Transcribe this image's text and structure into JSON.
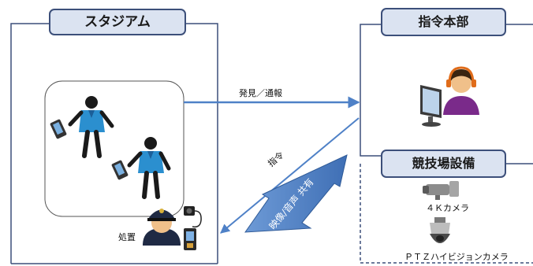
{
  "stadium": {
    "title": "スタジアム",
    "action_label": "処置"
  },
  "hq": {
    "title": "指令本部"
  },
  "facility": {
    "title": "競技場設備",
    "camera_4k_label": "４Ｋカメラ",
    "camera_ptz_label": "ＰＴＺハイビジョンカメラ"
  },
  "flows": {
    "discover_report": "発見／通報",
    "command": "指令",
    "share_video_audio": "映像/音声 共有"
  },
  "colors": {
    "accent": "#4f81c7",
    "arrow_fill": "#4a7fc3",
    "frame": "#3c4f7a",
    "tag_fill": "#dbe3f1",
    "staff_shirt": "#2b8fcf"
  }
}
